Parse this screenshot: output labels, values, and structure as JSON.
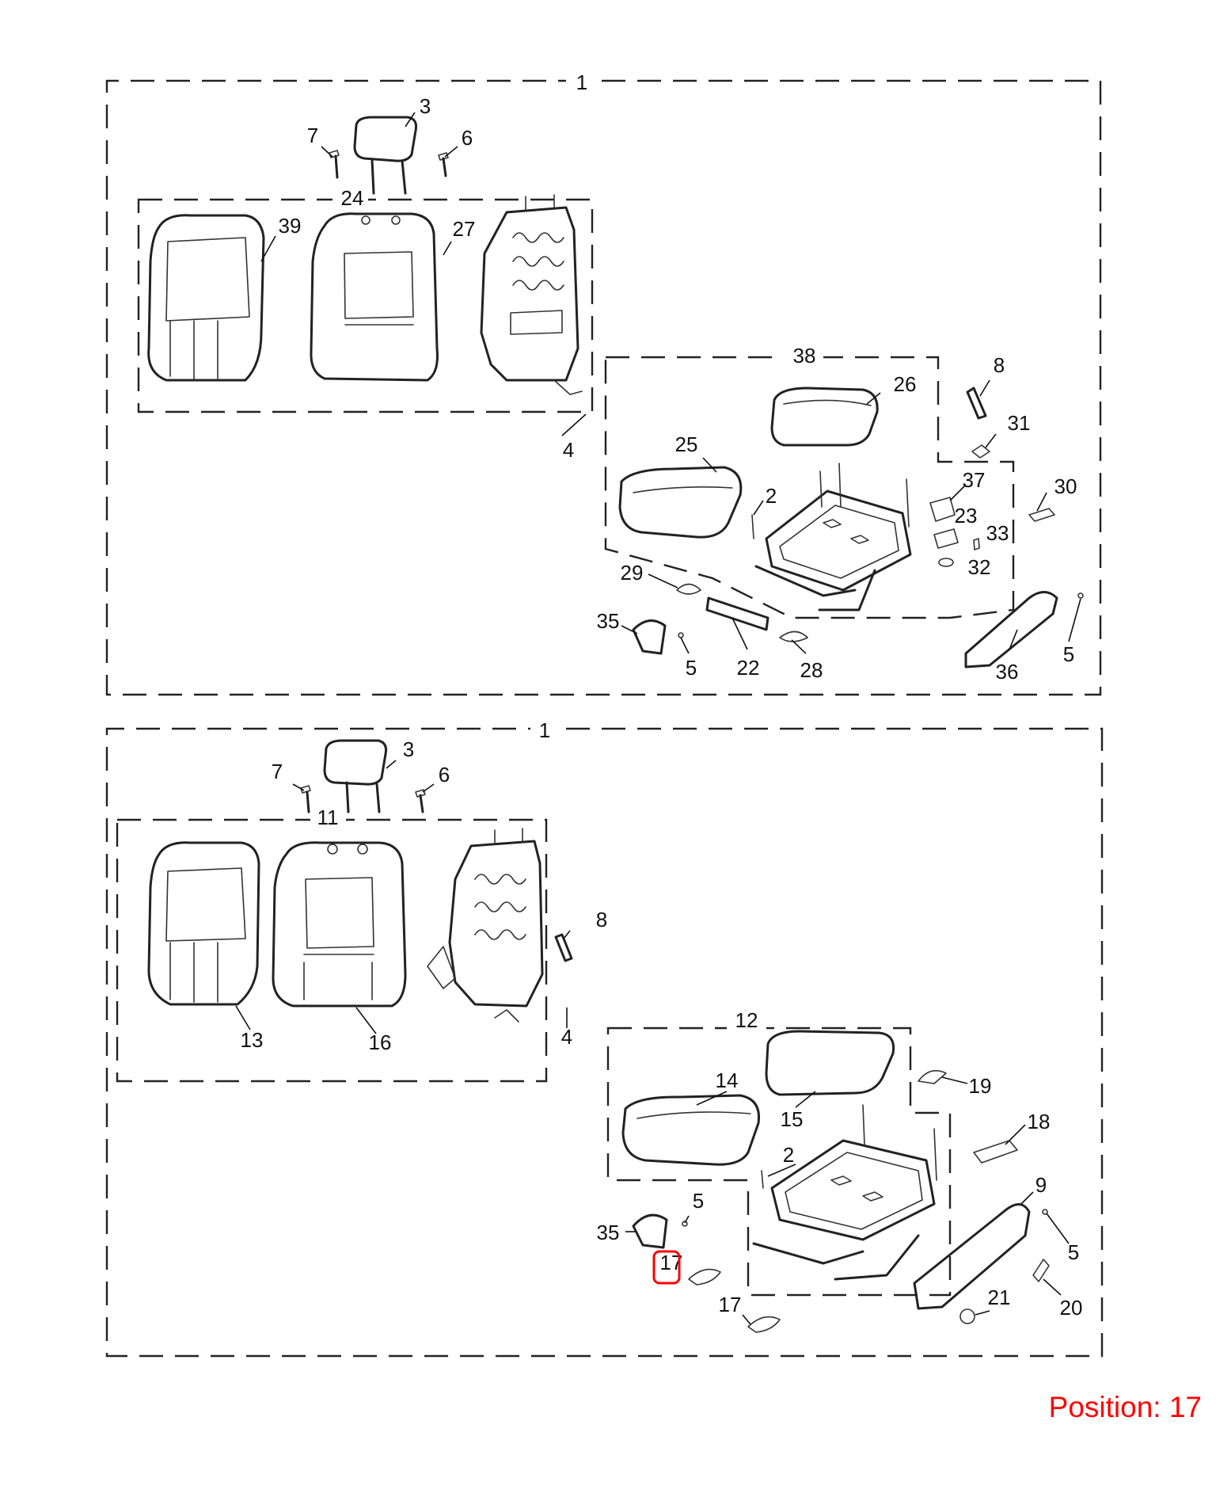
{
  "position_label": "Position: 17",
  "highlight": {
    "part_number": "17",
    "color": "#ff0000"
  },
  "colors": {
    "lines": "#222222",
    "background": "#ffffff",
    "highlight": "#ff0000"
  },
  "callouts_upper": [
    "1",
    "3",
    "7",
    "6",
    "24",
    "39",
    "27",
    "38",
    "8",
    "26",
    "31",
    "25",
    "37",
    "30",
    "2",
    "23",
    "33",
    "32",
    "4",
    "29",
    "35",
    "5",
    "22",
    "28",
    "36",
    "5"
  ],
  "callouts_lower": [
    "1",
    "3",
    "7",
    "6",
    "11",
    "8",
    "13",
    "16",
    "4",
    "12",
    "14",
    "19",
    "15",
    "18",
    "2",
    "9",
    "5",
    "35",
    "5",
    "17",
    "21",
    "20",
    "17"
  ]
}
